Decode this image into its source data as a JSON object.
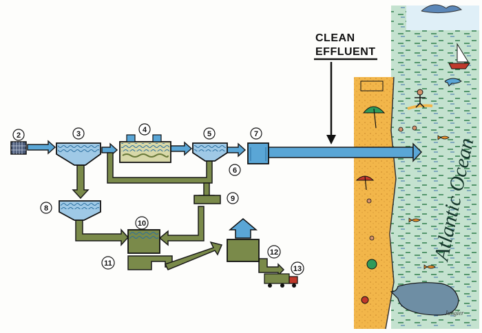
{
  "header": {
    "line1": "CLEAN",
    "line2": "EFFLUENT"
  },
  "ocean_label": "Atlantic Ocean",
  "artist_signature": "Jungler",
  "stages": [
    "2",
    "3",
    "4",
    "5",
    "6",
    "7",
    "8",
    "9",
    "10",
    "11",
    "12",
    "13"
  ],
  "colors": {
    "pipe_blue": "#5aa6d6",
    "sludge_green": "#7a8a4a",
    "water": "#9fc9e6",
    "sand": "#f2b64a",
    "sea": "#b7d8c4",
    "outline": "#1a1a1a"
  },
  "icons": [
    "bar-screen-icon",
    "settling-tank-icon",
    "aeration-tank-icon",
    "pump-icon",
    "sludge-digester-icon",
    "sludge-press-icon",
    "truck-icon",
    "sailboat-icon",
    "dolphin-icon",
    "surfer-icon",
    "whale-icon",
    "beach-umbrella-icon",
    "fish-icon"
  ]
}
